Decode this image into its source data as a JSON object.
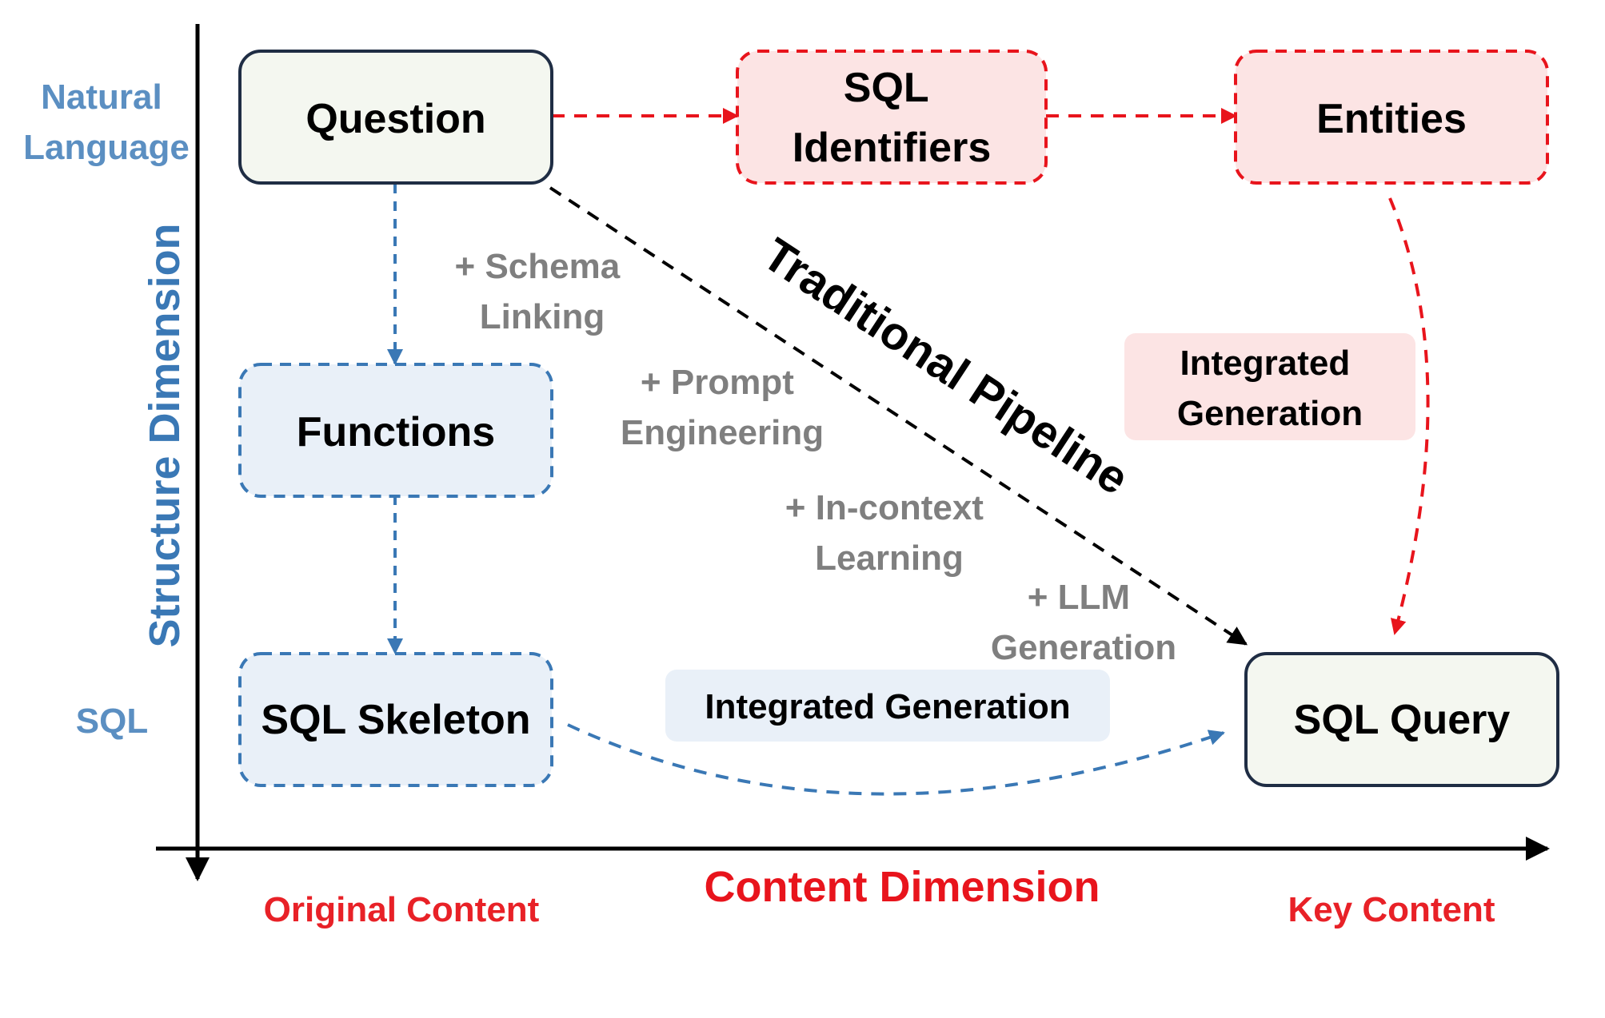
{
  "nodes": {
    "question": "Question",
    "sql_identifiers": [
      "SQL",
      "Identifiers"
    ],
    "entities": "Entities",
    "functions": "Functions",
    "sql_skeleton": "SQL Skeleton",
    "sql_query": "SQL Query"
  },
  "steps": {
    "schema_linking": [
      "+ Schema",
      "Linking"
    ],
    "prompt_engineering": [
      "+ Prompt",
      "Engineering"
    ],
    "in_context_learning": [
      "+ In-context",
      "Learning"
    ],
    "llm_generation": [
      "+ LLM",
      "Generation"
    ]
  },
  "pipeline_label": "Traditional Pipeline",
  "integrated_generation_red": [
    "Integrated",
    "Generation"
  ],
  "integrated_generation_blue": "Integrated Generation",
  "axes": {
    "y_title": "Structure Dimension",
    "y_top": [
      "Natural",
      "Language"
    ],
    "y_bottom": "SQL",
    "x_title": "Content Dimension",
    "x_left": "Original Content",
    "x_right": "Key Content"
  },
  "colors": {
    "red_accent": "#e8141c",
    "blue_accent": "#3a78b5",
    "red_box_fill": "#fce4e4",
    "blue_box_fill": "#e9f0f8",
    "solid_box_fill": "#f4f7f0",
    "step_text": "#7f7f7f"
  }
}
